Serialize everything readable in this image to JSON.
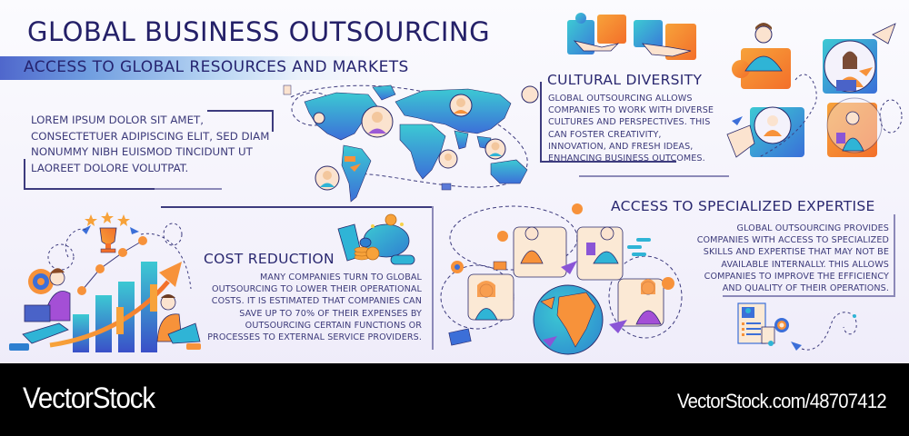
{
  "header": {
    "title": "GLOBAL BUSINESS OUTSOURCING",
    "subtitle": "ACCESS TO GLOBAL RESOURCES AND MARKETS"
  },
  "intro": {
    "text": "LOREM IPSUM DOLOR SIT AMET, CONSECTETUER ADIPISCING ELIT, SED DIAM NONUMMY NIBH EUISMOD TINCIDUNT UT LAOREET DOLORE VOLUTPAT."
  },
  "sections": {
    "cultural_diversity": {
      "heading": "CULTURAL DIVERSITY",
      "body": "GLOBAL OUTSOURCING ALLOWS COMPANIES TO WORK WITH DIVERSE CULTURES AND PERSPECTIVES. THIS CAN FOSTER CREATIVITY, INNOVATION, AND FRESH IDEAS, ENHANCING BUSINESS OUTCOMES."
    },
    "cost_reduction": {
      "heading": "COST REDUCTION",
      "body": "MANY COMPANIES TURN TO GLOBAL OUTSOURCING TO LOWER THEIR OPERATIONAL COSTS. IT IS ESTIMATED THAT COMPANIES CAN SAVE UP TO 70% OF THEIR EXPENSES BY OUTSOURCING CERTAIN FUNCTIONS OR PROCESSES TO EXTERNAL SERVICE PROVIDERS."
    },
    "specialized_expertise": {
      "heading": "ACCESS TO SPECIALIZED EXPERTISE",
      "body": "GLOBAL OUTSOURCING PROVIDES COMPANIES WITH ACCESS TO SPECIALIZED SKILLS AND EXPERTISE THAT MAY NOT BE AVAILABLE INTERNALLY. THIS ALLOWS COMPANIES TO IMPROVE THE EFFICIENCY AND QUALITY OF THEIR OPERATIONS."
    }
  },
  "illustrations": {
    "world_map": "world-map-with-people",
    "handshake": "puzzle-handshake",
    "team_puzzle": "team-puzzle-pieces",
    "growth_chart": "growth-bar-chart-with-people",
    "piggy_bank": "piggy-bank-with-coins",
    "globe_network": "globe-with-remote-workers",
    "resume": "resume-document"
  },
  "colors": {
    "title": "#242068",
    "text": "#3c3a7a",
    "accent_blue": "#2fb4d6",
    "accent_indigo": "#4f67cc",
    "accent_orange": "#f7923a",
    "accent_purple": "#8a55d6",
    "footer_bg": "#000000"
  },
  "footer": {
    "brand": "VectorStock",
    "id": "VectorStock.com/48707412"
  }
}
